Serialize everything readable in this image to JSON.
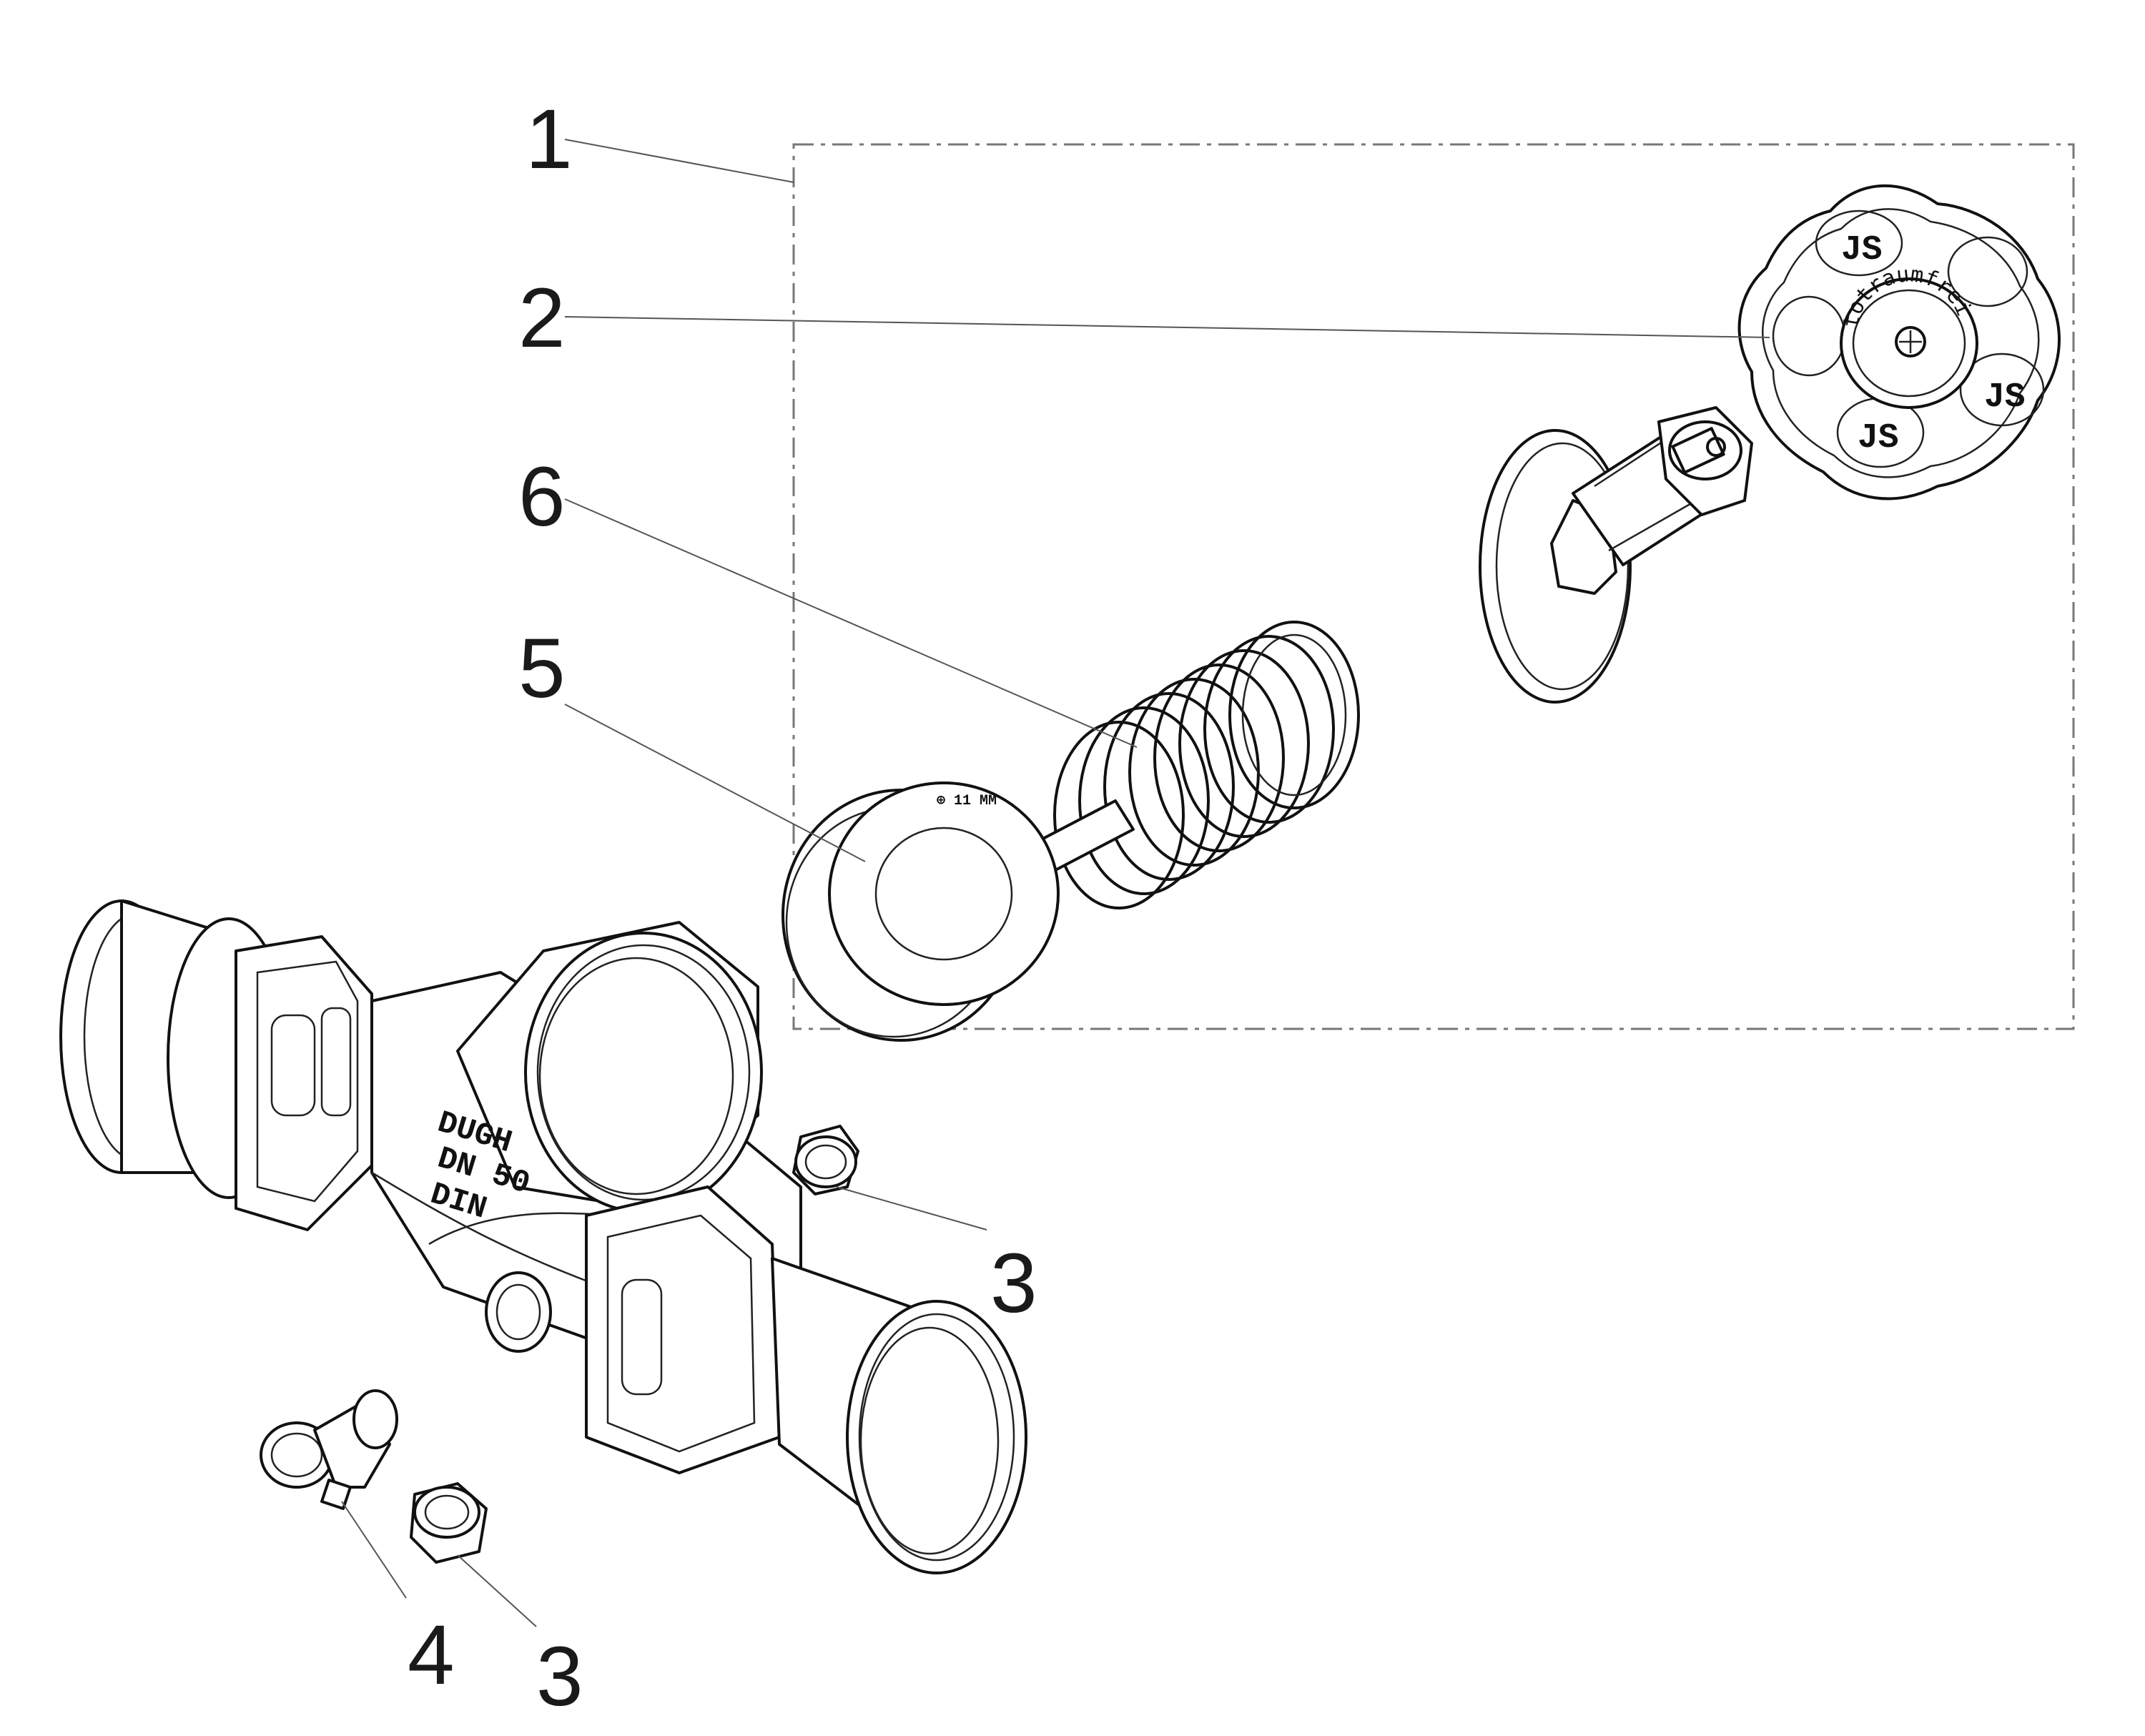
{
  "callouts": [
    {
      "id": "1",
      "label": "1"
    },
    {
      "id": "2",
      "label": "2"
    },
    {
      "id": "6",
      "label": "6"
    },
    {
      "id": "5",
      "label": "5"
    },
    {
      "id": "3a",
      "label": "3"
    },
    {
      "id": "4",
      "label": "4"
    },
    {
      "id": "3b",
      "label": "3"
    }
  ],
  "engraving": {
    "body_line1": "DUGH",
    "body_line2": "DN 50",
    "body_line3": "DIN",
    "handle_ring": "totraumfrei",
    "disc_mark": "⊕ 11 MM"
  }
}
